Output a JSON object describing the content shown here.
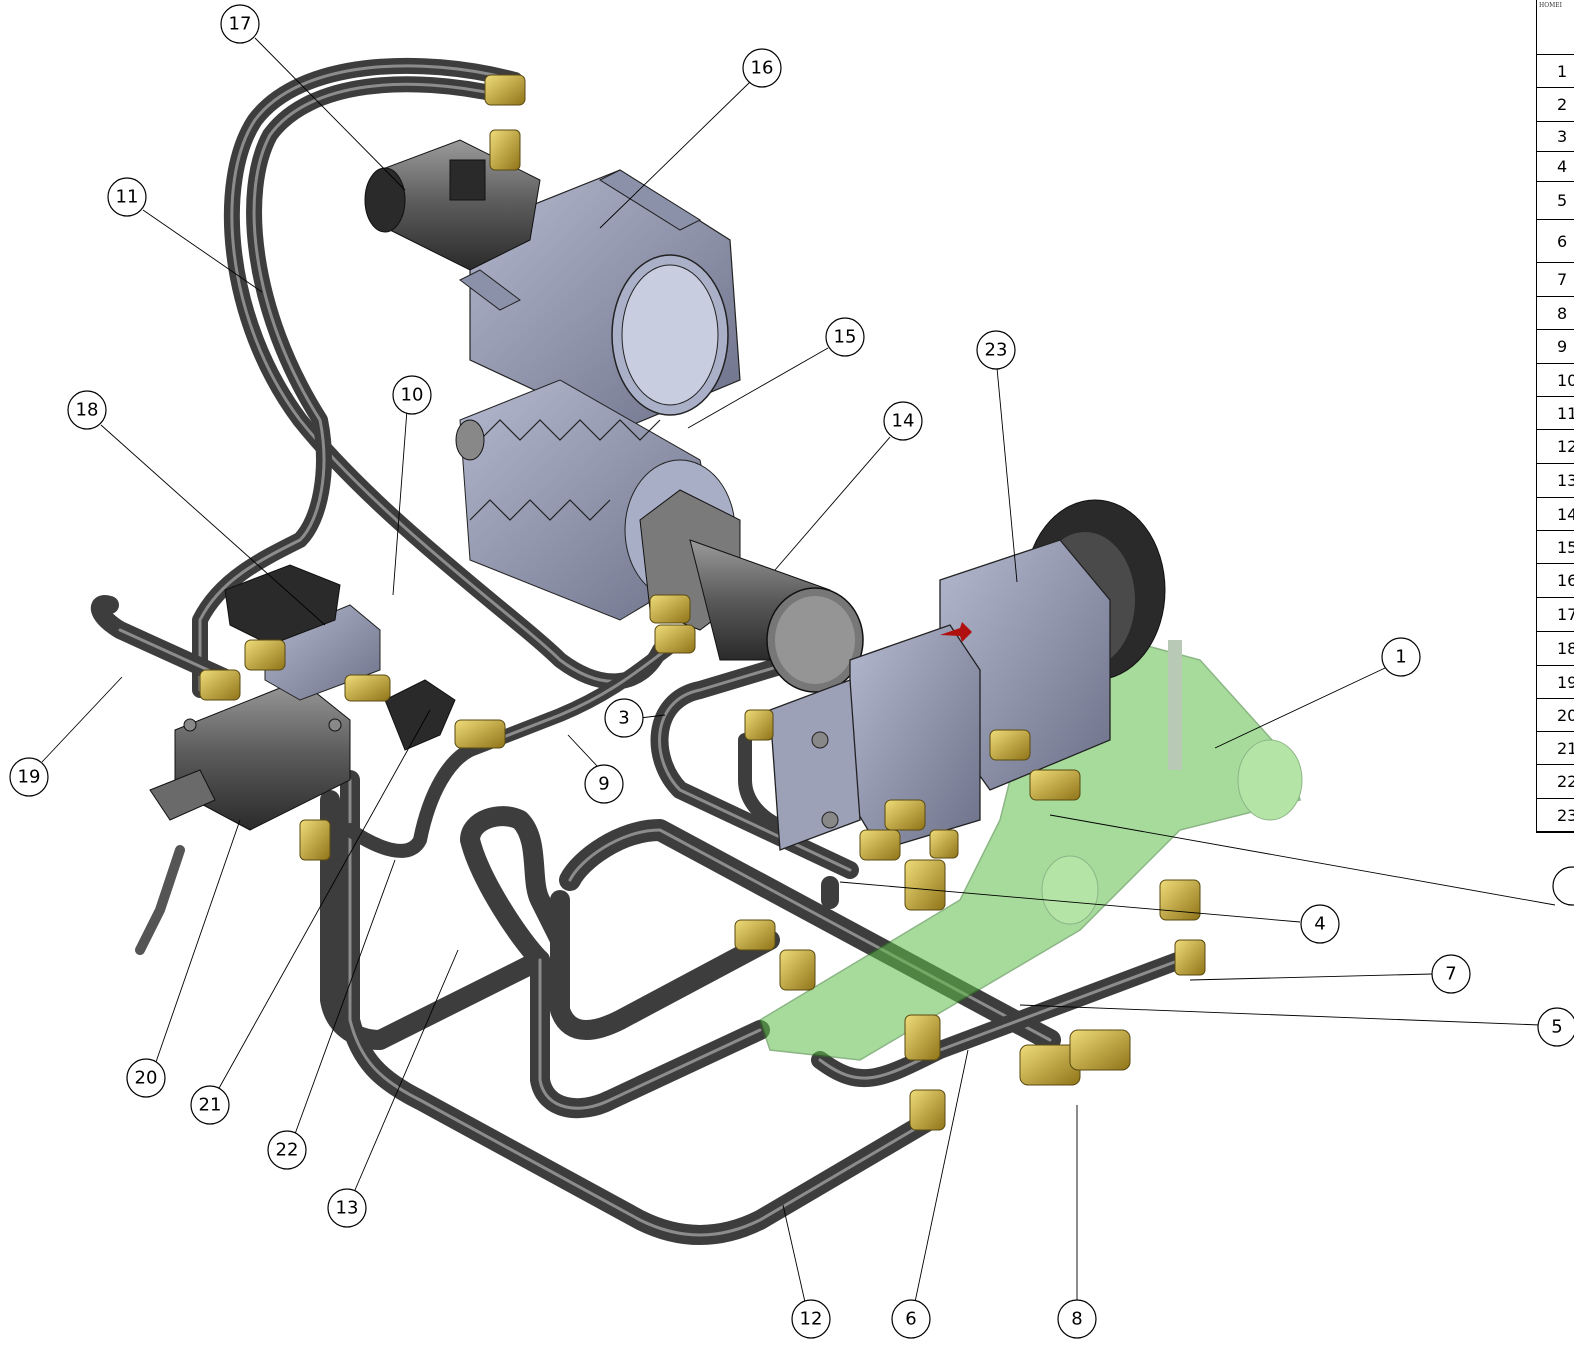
{
  "bom": {
    "header_fragment": "HOMEI",
    "item_numbers": [
      "1",
      "2",
      "3",
      "4",
      "5",
      "6",
      "7",
      "8",
      "9",
      "10",
      "11",
      "12",
      "13",
      "14",
      "15",
      "16",
      "17",
      "18",
      "19",
      "20",
      "21",
      "22",
      "23"
    ]
  },
  "callouts": {
    "c1": "1",
    "c3": "3",
    "c4": "4",
    "c5": "5",
    "c6": "6",
    "c7": "7",
    "c8": "8",
    "c9": "9",
    "c10": "10",
    "c11": "11",
    "c12": "12",
    "c13": "13",
    "c14": "14",
    "c15": "15",
    "c16": "16",
    "c17": "17",
    "c18": "18",
    "c19": "19",
    "c20": "20",
    "c21": "21",
    "c22": "22",
    "c23": "23"
  },
  "colors": {
    "hose": "#4a4a4a",
    "hose_highlight": "#8a8a8a",
    "fitting_brass": "#c9a832",
    "pump_body": "#8a8fa6",
    "motor_black": "#3a3a3a",
    "bracket_green": "#5fbf4a"
  }
}
